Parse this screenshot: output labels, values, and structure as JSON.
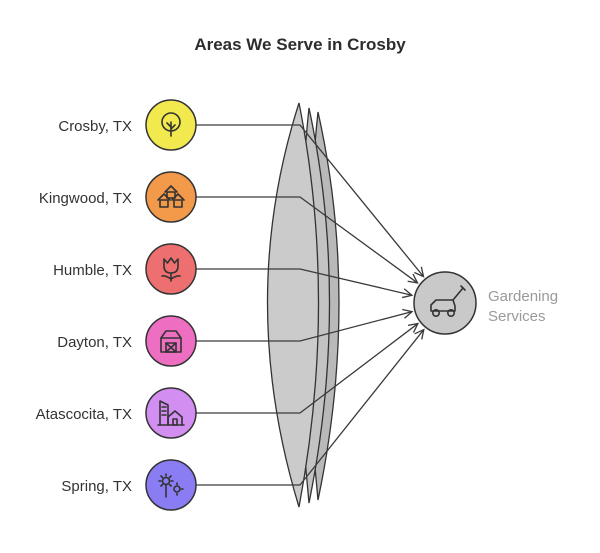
{
  "title": "Areas We Serve in Crosby",
  "areas": [
    {
      "label": "Crosby, TX",
      "icon": "tree-icon",
      "color": "#f2e94e"
    },
    {
      "label": "Kingwood, TX",
      "icon": "houses-icon",
      "color": "#f39a4a"
    },
    {
      "label": "Humble, TX",
      "icon": "tulip-icon",
      "color": "#ee6f6f"
    },
    {
      "label": "Dayton, TX",
      "icon": "barn-icon",
      "color": "#ee6fc2"
    },
    {
      "label": "Atascocita, TX",
      "icon": "city-buildings-icon",
      "color": "#d28ef0"
    },
    {
      "label": "Spring, TX",
      "icon": "flowers-icon",
      "color": "#8a7cf2"
    }
  ],
  "target": {
    "label_line1": "Gardening",
    "label_line2": "Services",
    "icon": "lawn-mower-icon",
    "color": "#c9c9c9"
  },
  "lens_color": "#c8c8c8"
}
